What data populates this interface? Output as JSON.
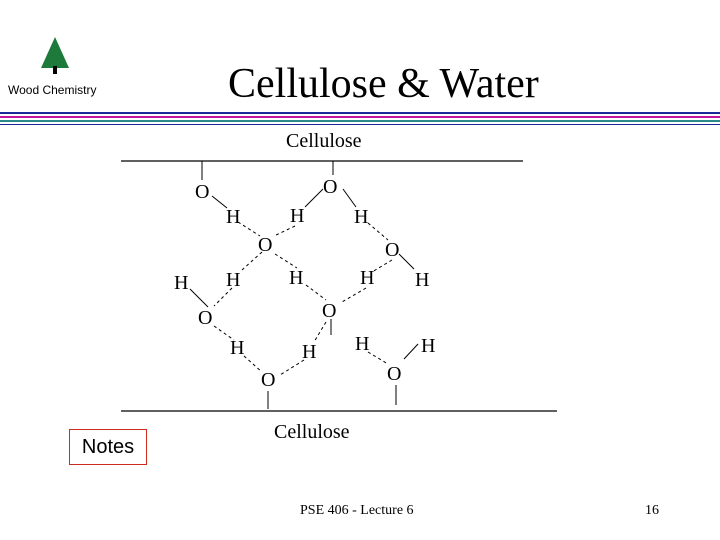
{
  "header": {
    "brand": "Wood Chemistry",
    "title": "Cellulose & Water"
  },
  "diagram": {
    "top_label": "Cellulose",
    "bottom_label": "Cellulose",
    "oxygen": "O",
    "hydrogen": "H"
  },
  "notes_button": {
    "label": "Notes"
  },
  "footer": {
    "lecture": "PSE 406 - Lecture 6",
    "page": "16"
  },
  "colors": {
    "rule_blue": "#1a2a9a",
    "rule_magenta": "#c0169c",
    "rule_teal": "#2a8a8a",
    "tree_green": "#1e7a3a",
    "notes_border": "#cc2a1e"
  }
}
